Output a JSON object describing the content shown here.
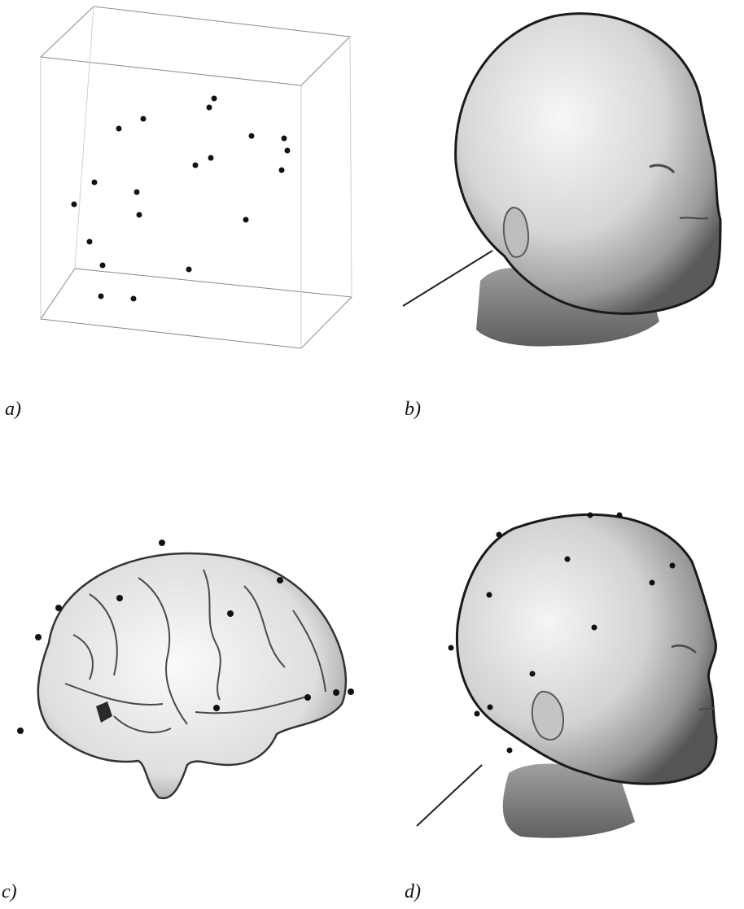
{
  "figure": {
    "panels": [
      {
        "id": "a",
        "label": "a)",
        "content": "electrode-points-in-box"
      },
      {
        "id": "b",
        "label": "b)",
        "content": "head-surface-render"
      },
      {
        "id": "c",
        "label": "c)",
        "content": "brain-surface-with-electrodes"
      },
      {
        "id": "d",
        "label": "d)",
        "content": "head-surface-with-electrodes"
      }
    ]
  },
  "colors": {
    "background": "#ffffff",
    "point": "#111111",
    "box_line": "#777777",
    "surface_light": "#f2f2f2",
    "surface_dark": "#6e6e6e"
  }
}
